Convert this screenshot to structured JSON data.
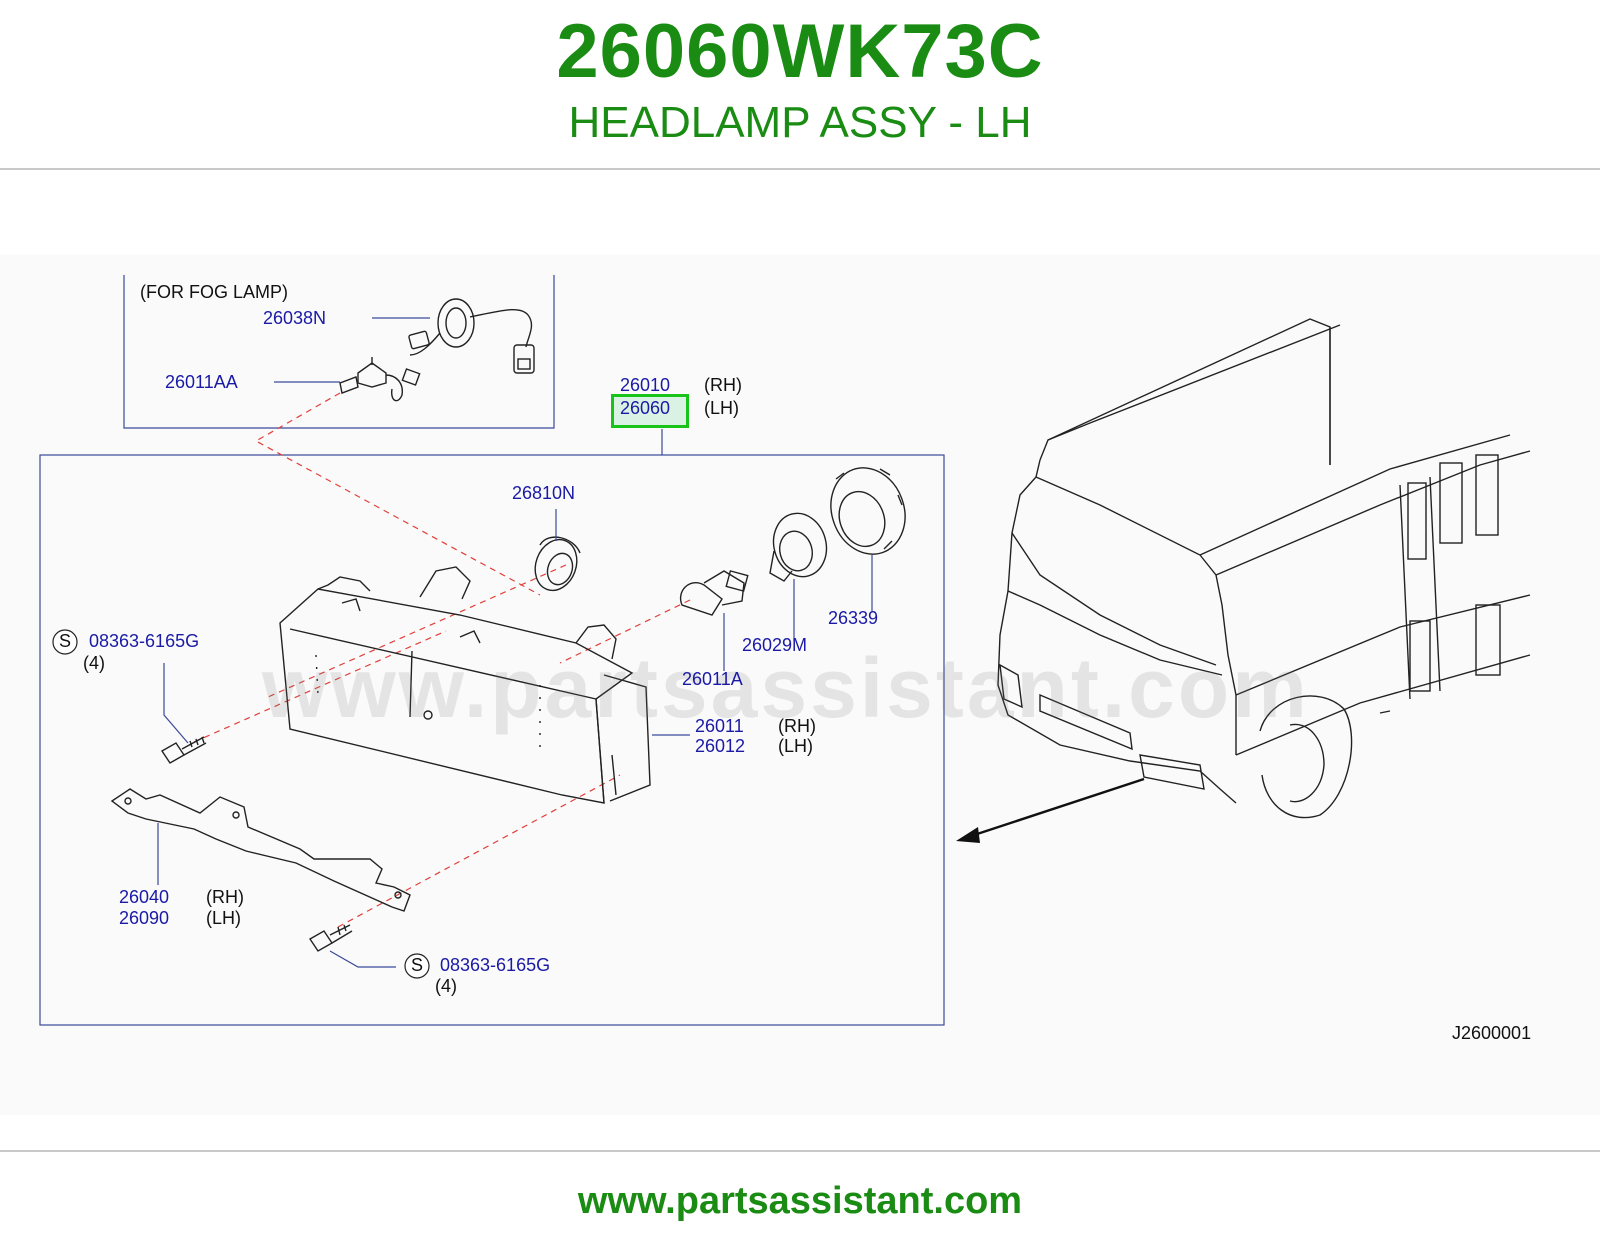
{
  "header": {
    "part_number": "26060WK73C",
    "part_name": "HEADLAMP ASSY - LH"
  },
  "diagram": {
    "fog_box_title": "(FOR  FOG  LAMP)",
    "labels": {
      "p26038N": "26038N",
      "p26011AA": "26011AA",
      "p26010": "26010",
      "p26060": "26060",
      "p26810N": "26810N",
      "p26339": "26339",
      "p26029M": "26029M",
      "p26011A": "26011A",
      "p26011": "26011",
      "p26012": "26012",
      "p26040": "26040",
      "p26090": "26090",
      "screw_top": "08363-6165G",
      "screw_bottom": "08363-6165G"
    },
    "notes": {
      "rh1": "(RH)",
      "lh1": "(LH)",
      "rh2": "(RH)",
      "lh2": "(LH)",
      "rh3": "(RH)",
      "lh3": "(LH)",
      "qty_top": "(4)",
      "qty_bottom": "(4)",
      "s_top": "S",
      "s_bottom": "S"
    },
    "ref_code": "J2600001",
    "watermark": "www.partsassistant.com",
    "highlighted_part": "26060"
  },
  "footer": {
    "url": "www.partsassistant.com"
  },
  "colors": {
    "brand_green": "#1a8c14",
    "label_blue": "#1a1aa6",
    "highlight_border": "#19c418",
    "leader_red": "#e0403a"
  }
}
